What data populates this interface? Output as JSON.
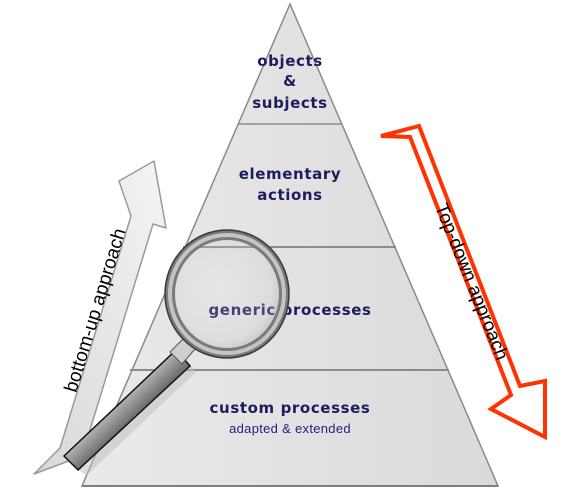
{
  "pyramid": {
    "levels": [
      {
        "lines": [
          "objects",
          "&",
          "subjects"
        ]
      },
      {
        "lines": [
          "elementary",
          "actions"
        ]
      },
      {
        "lines": [
          "generic processes"
        ]
      },
      {
        "lines": [
          "custom processes"
        ],
        "sub": "adapted & extended"
      }
    ]
  },
  "arrows": {
    "bottom_up": {
      "label": "bottom-up approach"
    },
    "top_down": {
      "label": "Top-down approach",
      "outline_color": "#ff3300"
    }
  },
  "colors": {
    "pyramid_fill": "#e4e4e4",
    "pyramid_stroke": "#8a8a8a",
    "text": "#1c1c5e"
  },
  "icons": {
    "magnifier": "magnifying-glass-icon"
  }
}
